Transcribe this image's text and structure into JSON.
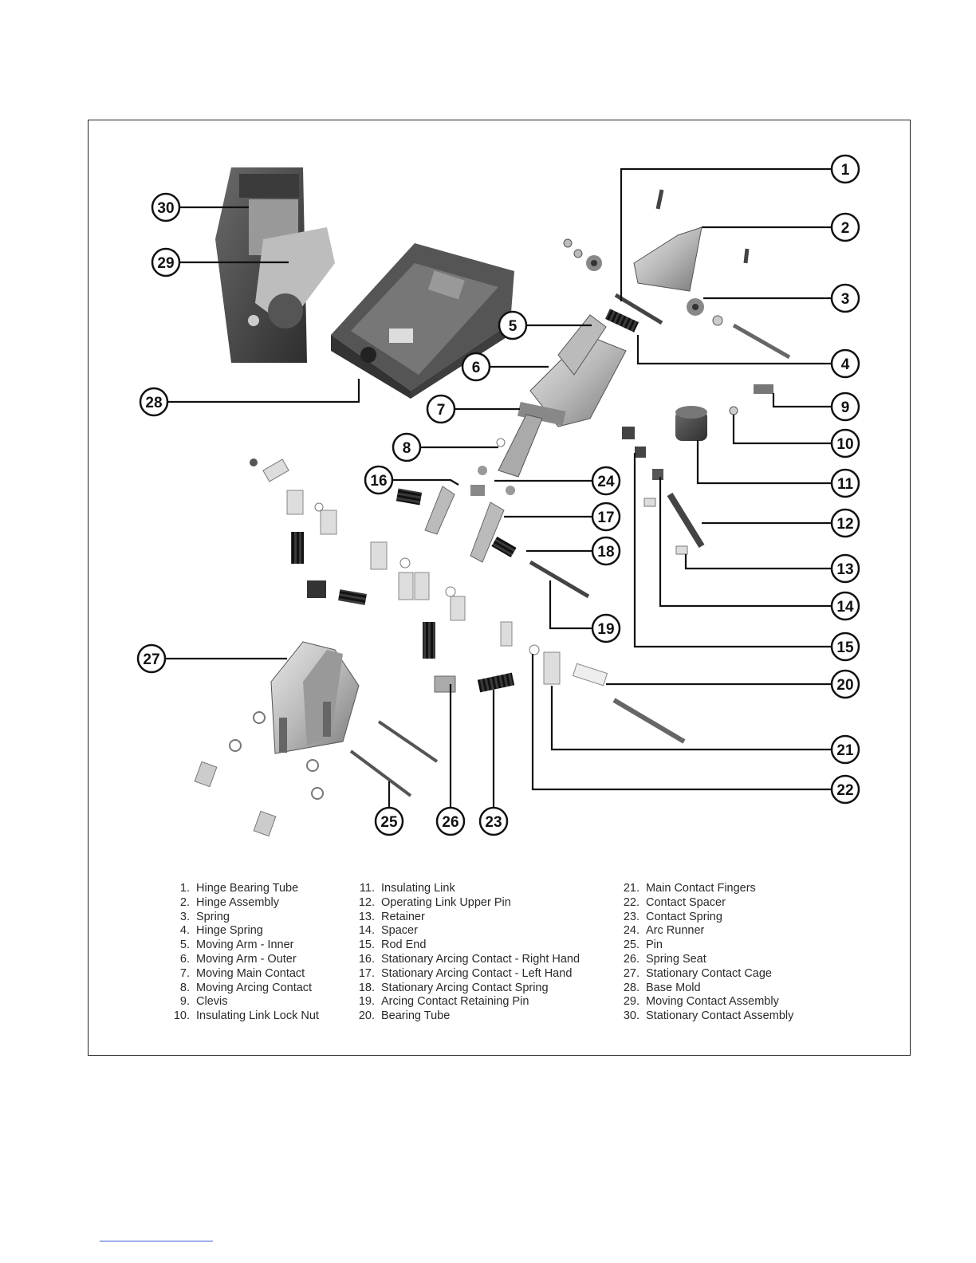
{
  "callouts": [
    "1",
    "2",
    "3",
    "4",
    "5",
    "6",
    "7",
    "8",
    "9",
    "10",
    "11",
    "12",
    "13",
    "14",
    "15",
    "16",
    "17",
    "18",
    "19",
    "20",
    "21",
    "22",
    "23",
    "24",
    "25",
    "26",
    "27",
    "28",
    "29",
    "30"
  ],
  "legend": {
    "col1": [
      {
        "num": "1.",
        "label": "Hinge Bearing Tube"
      },
      {
        "num": "2.",
        "label": "Hinge Assembly"
      },
      {
        "num": "3.",
        "label": "Spring"
      },
      {
        "num": "4.",
        "label": "Hinge Spring"
      },
      {
        "num": "5.",
        "label": "Moving Arm - Inner"
      },
      {
        "num": "6.",
        "label": "Moving Arm - Outer"
      },
      {
        "num": "7.",
        "label": "Moving Main Contact"
      },
      {
        "num": "8.",
        "label": "Moving Arcing Contact"
      },
      {
        "num": "9.",
        "label": "Clevis"
      },
      {
        "num": "10.",
        "label": "Insulating Link Lock Nut"
      }
    ],
    "col2": [
      {
        "num": "11.",
        "label": "Insulating Link"
      },
      {
        "num": "12.",
        "label": "Operating Link Upper Pin"
      },
      {
        "num": "13.",
        "label": "Retainer"
      },
      {
        "num": "14.",
        "label": "Spacer"
      },
      {
        "num": "15.",
        "label": "Rod End"
      },
      {
        "num": "16.",
        "label": "Stationary Arcing Contact - Right Hand"
      },
      {
        "num": "17.",
        "label": "Stationary Arcing Contact - Left Hand"
      },
      {
        "num": "18.",
        "label": "Stationary Arcing Contact Spring"
      },
      {
        "num": "19.",
        "label": "Arcing Contact Retaining Pin"
      },
      {
        "num": "20.",
        "label": "Bearing Tube"
      }
    ],
    "col3": [
      {
        "num": "21.",
        "label": "Main Contact Fingers"
      },
      {
        "num": "22.",
        "label": "Contact Spacer"
      },
      {
        "num": "23.",
        "label": "Contact Spring"
      },
      {
        "num": "24.",
        "label": "Arc Runner"
      },
      {
        "num": "25.",
        "label": "Pin"
      },
      {
        "num": "26.",
        "label": "Spring Seat"
      },
      {
        "num": "27.",
        "label": "Stationary Contact Cage"
      },
      {
        "num": "28.",
        "label": "Base Mold"
      },
      {
        "num": "29.",
        "label": "Moving Contact Assembly"
      },
      {
        "num": "30.",
        "label": "Stationary Contact Assembly"
      }
    ]
  }
}
